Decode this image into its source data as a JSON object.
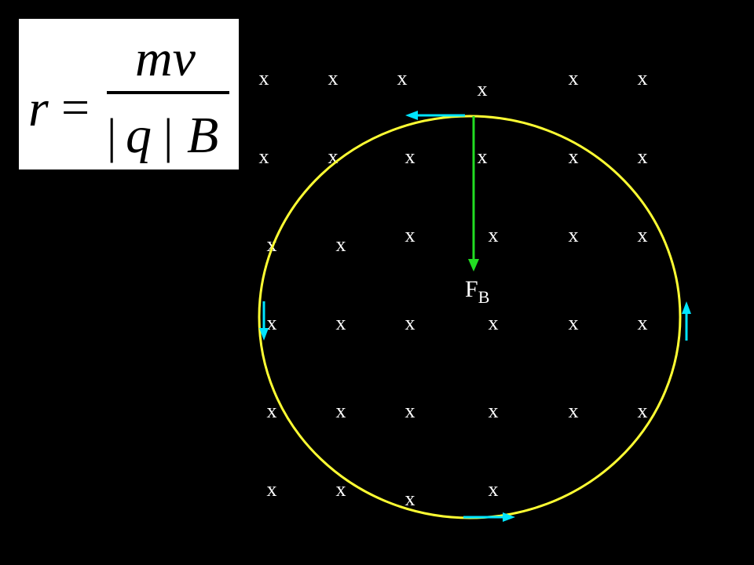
{
  "colors": {
    "background": "#000000",
    "orbit": "#ffff33",
    "force": "#22dd22",
    "velocity": "#00e5ff",
    "text": "#ffffff",
    "equation_box": "#ffffff",
    "equation_text": "#000000"
  },
  "equation": {
    "lhs": "r",
    "equals": "=",
    "numerator": "mv",
    "denominator_bar_left": "|",
    "denominator_q": "q",
    "denominator_bar_right": "|",
    "denominator_b": "B"
  },
  "force_label": {
    "symbol": "F",
    "subscript": "B"
  },
  "field_mark": "x",
  "field_mark_count": 34
}
